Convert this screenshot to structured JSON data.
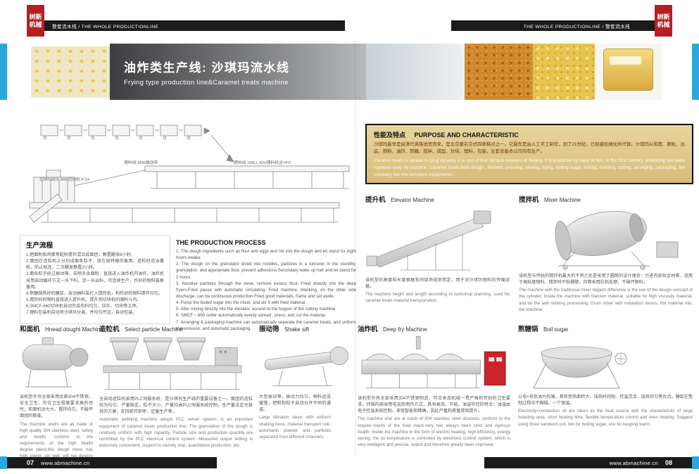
{
  "header": {
    "logo_text": "树新\n机械",
    "left_bar": "整套流水线 / THE WHOLE PRODUCTIONLINE",
    "right_bar": "THE WHOLE PRODUCTIONLINE / 整套流水线"
  },
  "banner": {
    "title_cn": "油炸类生产线: 沙琪玛流水线",
    "title_en": "Frying type production line&Caramel treats machine"
  },
  "diagram": {
    "labels": [
      "理料线 M36输送带",
      "理料线 SMLL-420理料机含VP2",
      "切块SMCF-660切块机 P.14"
    ]
  },
  "process_cn": {
    "title": "生产流程",
    "items": [
      "1.把面粉和鸡蛋等配料搅拌混合成面团，静置醒发8小时。",
      "2.面团在造粒机上分切成面条粒子，放在周转箱内备用，造粒时适当撒粉，防止粘连，二次醒发静置2小时。",
      "3.面条粒子经过振动筛，去除多余面粉，直接进入油炸机内油炸，油炸机采用自动循环方式一头下料，另一头出料，可连续生产，炸好的物料装框备用。",
      "4.熬糖锅熬好的糖浆，自动抽料泵打入搅拌机，和炸好的物料搅拌均匀。",
      "5.搅拌好的物料直接进入提升机，提升到切块机的储料斗内。",
      "6.SMCF-660切块机自动完成布料均匀、压实、切块等工序。",
      "7.理料包装机自动将沙琪玛分离，并均匀传送，自动包装。"
    ]
  },
  "process_en": {
    "title": "THE PRODUCTION PROCESS",
    "items": [
      "1. The dough ingredients such as flour and eggs and stir into the dough and let stand for eight hours awake.",
      "2. The dough on the granulator diced into noodles, particles in a turnover in the standby, granulation, and appropriate flour, prevent adhesions.Secondary wake up hair and let stand for 2 hours.",
      "3. Noodlse particles through the sieve, remove excess flour, Fried directly into the deep fryers.Fried pause with automatic circulating. Fried machine, blanking, on the other side discharge, can be continuous production.Fried good materials, frame and set aside.",
      "4. Pump the boiled sugar into the mixer, and stir it with fried material.",
      "5. After mixing directly into the elevator, ascend to the hopper of the cutting machine.",
      "6. SMCF ~ 650 cutter automatically evenly spread , press, and cut the material.",
      "7. Arranging & packaging machine can automatically separate the caramel treats, and uniform transmission; and automatic packaging."
    ]
  },
  "characteristics": {
    "title_cn": "性能及特点",
    "title_en": "PURPOSE AND CHARACTERISTIC",
    "body_cn": "沙琪玛最早是由清代满族进贡而来，是北京著名京式四季糕点之一。它最先是由人工手工制作，到了21世纪，已经被机械化所代替。沙琪玛从和面、颗粒、出品、筛粉、油炸、熬糖、搅拌、成型、分块、理料、包装，全套设备本公司均有生产。",
    "body_en": "Caramel treats is spread in Qing dynasty, it is one of four famous seasons of Beijing. It is produced by hand at first, in the 21st century, producing has been replaced early by machine; Caramel treats from dough , ferment, pressing, sieving, frying, boiling sugar, mixing, molding, cutting, arranging, packaging, the company has the complete equipments;"
  },
  "machines": {
    "elevator": {
      "name_cn": "提升机",
      "name_en": "Elevator Machine",
      "desc_cn": "该机型的高度和长度根据车间现场规划而定，用于对沙琪玛物料的传输运输。",
      "desc_en": "The machine height and length according to workshop planning, used for caramel treats material transportation."
    },
    "mixer": {
      "name_cn": "搅拌机",
      "name_en": "Mixer Machine",
      "desc_cn": "该机型与传统的搅拌机最大的不同之处是采用了圆筒的设计理念：引进内部钛金材质，适用于高粘度物料，搅拌时不粘桶壁，内筒采用抗粘处理，不破坏物料。",
      "desc_en": "The machine with the traditional mixer biggest difference is the use of the design concept of the cylinder; Inside the machine with titanium material, suitable for high viscosity material, and do the anti~sticking processing. Drum mixer with rodutation devios, the material mix, the machine."
    },
    "dough": {
      "name_cn": "和面机",
      "name_en": "Hnead dought Machine",
      "desc_cn": "该机型外壳全部采用优质304不锈钢，安全卫生，符合卫生程度要求高的场所；和面机动力大、搅拌均匀，不破坏面团的筋度。",
      "desc_en": "The machine shells are all made of high quality 304 stainless steel, safety and health, conform to the requirements of the high health degree place;this dough mixer has high power, stir well, will not destroy the chewiness of the dough."
    },
    "particle": {
      "name_cn": "造粒机",
      "name_en": "Select particle Machine",
      "desc_cn": "全自动造粒机采用PLC伺服系统，是沙琪玛生产线的重要设备之一。面团的造粒较为均匀、产量稳定。粒子大小、产量均由PLC伺服系统控制，生产量设定也极其的方便，支持即开即停、定量生产等。",
      "desc_en": "Automatic pelleting machine adopts PLC server system, is an important equipment of caramel treats production line; The granulation of the dough is relatively uniform with high capacity, Particle size and production quantity are controlled by the PLC electrical control system. Measured output setting is extremely convenient, support to namely stop, quantitative production, etc."
    },
    "sieve": {
      "name_cn": "振动筛",
      "name_en": "Shake sift",
      "desc_cn": "大型振动筛，振动力均匀，物料运送缓慢，把粉和粒子自动分开不同的通道。",
      "desc_en": "Large vibration sieve, with uniform shaking force, material transport rule, automanic powder and particles separated from different channels."
    },
    "fryer": {
      "name_cn": "油炸机",
      "name_en": "Deep fry Machine",
      "desc_cn": "该机型外壳全部采用304不锈钢制造，符合食品机械一贯严格和苛刻的卫生要求。炸锅内部采用电加热制作方式，具有高效、节能、油温可控的特点；油温由电子控温系统控制，非常智能和精确，因此产量和质量得到提升。",
      "desc_en": "The machine shel are al made of 304 stainless steel structure, conform to the require~ments of the food mach·nery has always been strict and rigorous health; Inside the machine in the form of electric heating, high efficiency, energy saving; the oil temperature is controlled by electronic control system, which is very intelligent and precise, output and therefore greatly been improved."
    },
    "sugar": {
      "name_cn": "熬糖锅",
      "name_en": "Boil sugar",
      "desc_cn": "以电+导热油为热源，具有受热面积大、加热时间短、控温灵活、加热均匀等优点。糖浆在熬制过程中不糊锅，一个保温。",
      "desc_en": "Electricity+conduction oil are taken as the heat source with the characteristic of large heasting area, short heating time, flexible temperature control and even heating. Suggest using three sandwich pot, two for boiling sugar, one for keeping warm."
    }
  },
  "footer": {
    "page_left": "07",
    "page_right": "08",
    "site_left": "www.abmachine.cn",
    "site_right": "www.abmachine.cn"
  },
  "colors": {
    "accent_red": "#b51f24",
    "accent_blue": "#29a8e0",
    "bar_black": "#1a1a1a",
    "char_box_bg": "#e0c98e"
  }
}
